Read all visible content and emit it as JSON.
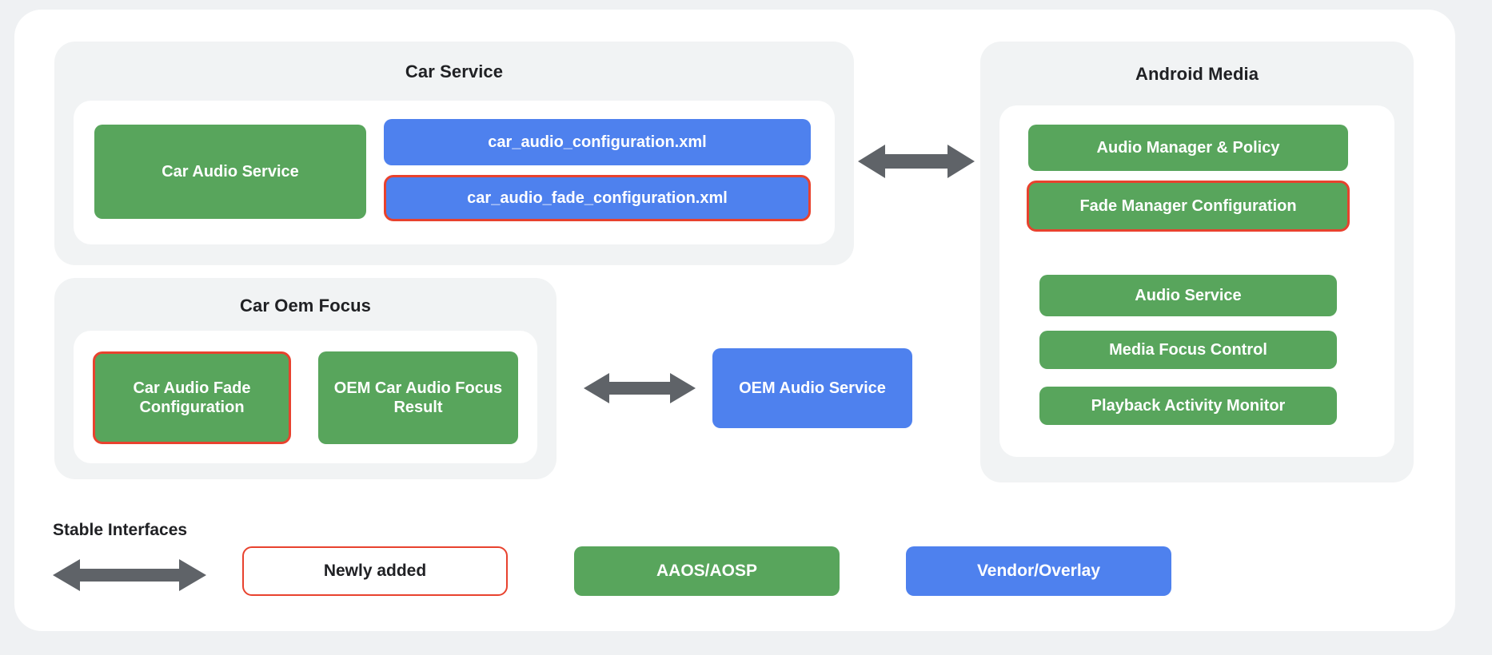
{
  "diagram": {
    "title_hidden": "",
    "colors": {
      "green": "#58a55c",
      "blue": "#4e81ee",
      "outline_red": "#e8422e",
      "arrow_gray": "#5f6368",
      "panel_gray": "#f1f3f4",
      "card_white": "#ffffff",
      "page_bg": "#eff1f3"
    },
    "groups": {
      "car_service": {
        "title": "Car Service",
        "nodes": [
          {
            "label": "Car Audio Service",
            "style": "green",
            "outlined": false
          },
          {
            "label": "car_audio_configuration.xml",
            "style": "blue",
            "outlined": false
          },
          {
            "label": "car_audio_fade_configuration.xml",
            "style": "blue",
            "outlined": true
          }
        ]
      },
      "car_oem_focus": {
        "title": "Car Oem Focus",
        "nodes": [
          {
            "label": "Car Audio Fade Configuration",
            "style": "green",
            "outlined": true
          },
          {
            "label": "OEM Car Audio Focus Result",
            "style": "green",
            "outlined": false
          }
        ]
      },
      "android_media": {
        "title": "Android Media",
        "nodes": [
          {
            "label": "Audio Manager & Policy",
            "style": "green",
            "outlined": false
          },
          {
            "label": "Fade Manager Configuration",
            "style": "green",
            "outlined": true
          },
          {
            "label": "Audio Service",
            "style": "green",
            "outlined": false
          },
          {
            "label": "Media Focus Control",
            "style": "green",
            "outlined": false
          },
          {
            "label": "Playback Activity Monitor",
            "style": "green",
            "outlined": false
          }
        ]
      }
    },
    "standalone_nodes": [
      {
        "label": "OEM Audio Service",
        "style": "blue",
        "outlined": false
      }
    ],
    "connectors": [
      {
        "name": "car-service-to-android-media",
        "type": "double-arrow"
      },
      {
        "name": "car-oem-focus-to-oem-audio-service",
        "type": "double-arrow"
      }
    ],
    "legend": {
      "stable_interfaces_label": "Stable Interfaces",
      "items": [
        {
          "label": "Newly added",
          "style": "outline"
        },
        {
          "label": "AAOS/AOSP",
          "style": "green"
        },
        {
          "label": "Vendor/Overlay",
          "style": "blue"
        }
      ]
    }
  }
}
